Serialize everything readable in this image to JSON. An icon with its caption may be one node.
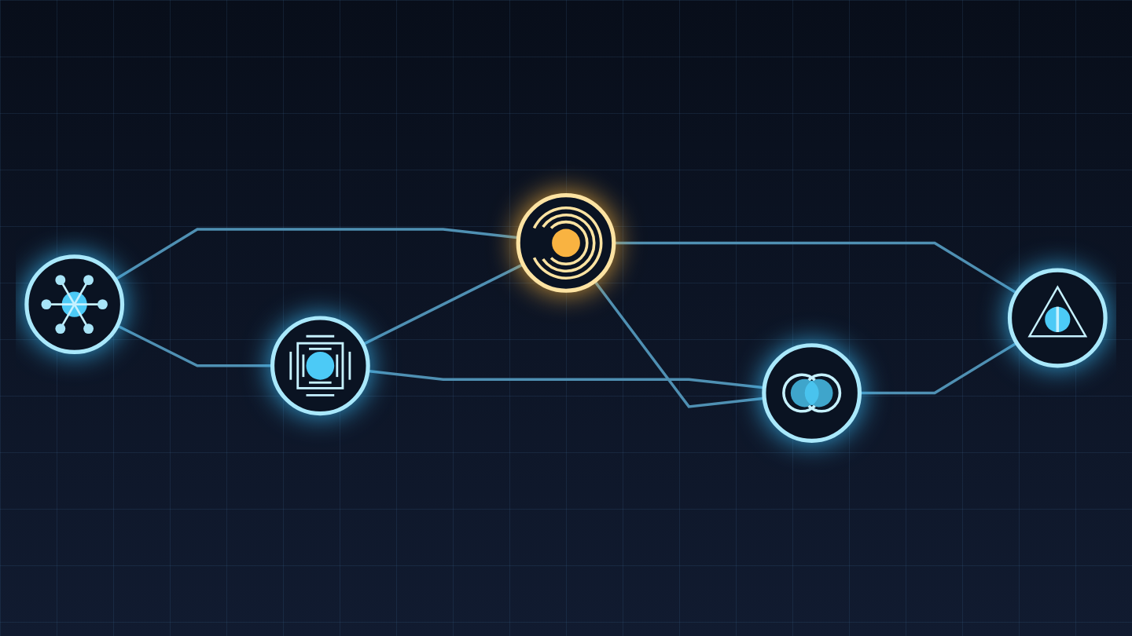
{
  "diagram": {
    "nodes": [
      {
        "text": [],
        "shape": "circle"
      },
      {
        "text": [],
        "shape": "circle"
      },
      {
        "text": [],
        "shape": "circle"
      },
      {
        "text": [],
        "shape": "circle"
      },
      {
        "text": [],
        "shape": "circle"
      }
    ],
    "edges": [
      {
        "from": 0,
        "to": 1,
        "arrow": "none"
      },
      {
        "from": 0,
        "to": 2,
        "arrow": "none"
      },
      {
        "from": 1,
        "to": 2,
        "arrow": "none"
      },
      {
        "from": 1,
        "to": 3,
        "arrow": "none"
      },
      {
        "from": 2,
        "to": 3,
        "arrow": "none"
      },
      {
        "from": 2,
        "to": 4,
        "arrow": "none"
      },
      {
        "from": 3,
        "to": 4,
        "arrow": "none"
      }
    ]
  }
}
